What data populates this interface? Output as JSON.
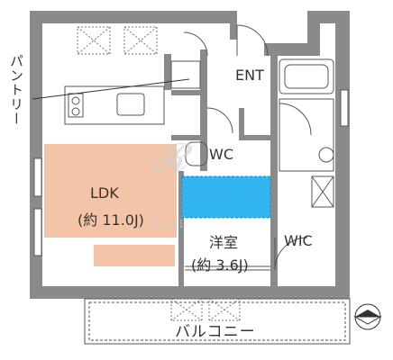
{
  "labels": {
    "ldk": "LDK",
    "ldk_size": "(約 11.0J)",
    "bedroom": "洋室",
    "bedroom_size": "(約 3.6J)",
    "wc": "WC",
    "wic": "WIC",
    "ent": "ENT",
    "pantry": "パントリー",
    "balcony": "バルコニー"
  },
  "watermark": "REAL",
  "colors": {
    "wall": "#8a8a8a",
    "ldk_fill": "#f4c4a6",
    "highlight_fill": "#33b5ef",
    "line": "#555555"
  }
}
